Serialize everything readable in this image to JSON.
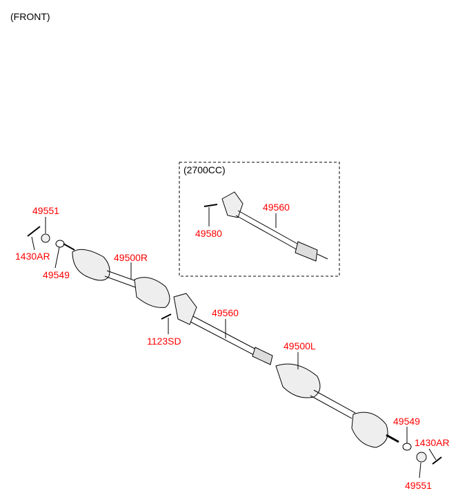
{
  "header": {
    "note": "(FRONT)"
  },
  "option_box": {
    "note": "(2700CC)",
    "parts": [
      "49580",
      "49560"
    ]
  },
  "labels": {
    "nut_right": "49551",
    "pin_right": "1430AR",
    "washer_right": "49549",
    "shaft_right": "49500R",
    "bolt_2700": "49580",
    "shaft_2700": "49560",
    "inter_shaft": "49560",
    "bolt": "1123SD",
    "shaft_left": "49500L",
    "washer_left": "49549",
    "pin_left": "1430AR",
    "nut_left": "49551"
  },
  "colors": {
    "label": "#ff0000",
    "line": "#000000"
  }
}
